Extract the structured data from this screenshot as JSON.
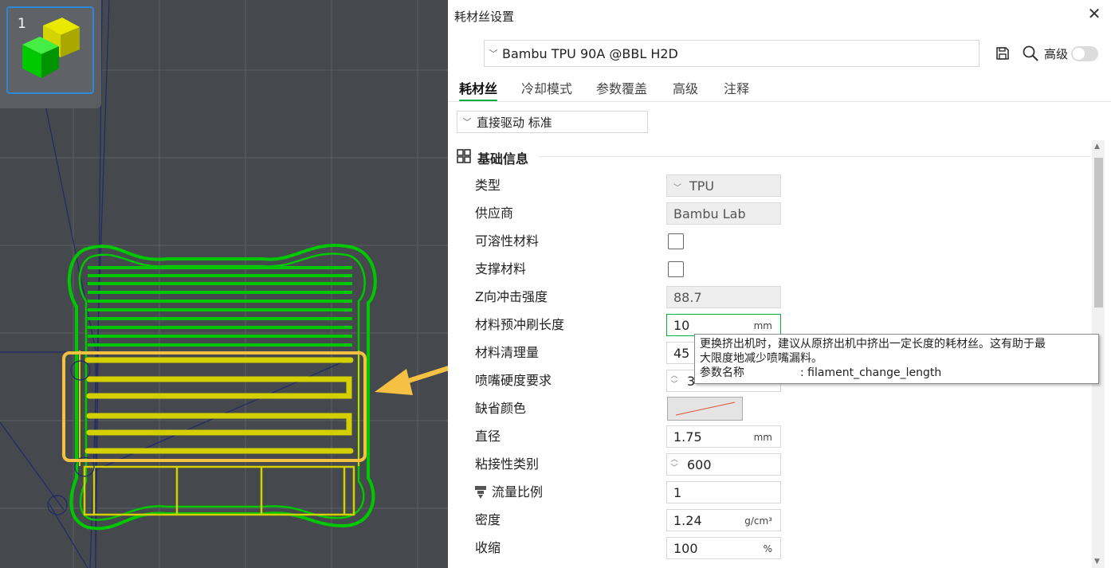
{
  "viewport": {
    "plate_number": "1",
    "colors": {
      "green_outline": "#00c800",
      "yellow_path": "#d4d000",
      "highlight": "#f6c042",
      "arrow": "#f6c042"
    }
  },
  "dialog": {
    "title": "耗材丝设置",
    "preset": "Bambu TPU 90A @BBL H2D",
    "advanced_label": "高级",
    "tabs": [
      {
        "label": "耗材丝",
        "active": true
      },
      {
        "label": "冷却模式",
        "active": false
      },
      {
        "label": "参数覆盖",
        "active": false
      },
      {
        "label": "高级",
        "active": false
      },
      {
        "label": "注释",
        "active": false
      }
    ],
    "extruder": "直接驱动 标准",
    "section_title": "基础信息",
    "params": {
      "type": {
        "label": "类型",
        "value": "TPU"
      },
      "vendor": {
        "label": "供应商",
        "value": "Bambu Lab"
      },
      "soluble": {
        "label": "可溶性材料"
      },
      "support": {
        "label": "支撑材料"
      },
      "z_impact": {
        "label": "Z向冲击强度",
        "value": "88.7"
      },
      "prime_length": {
        "label": "材料预冲刷长度",
        "value": "10",
        "unit": "mm"
      },
      "flush_volume": {
        "label": "材料清理量",
        "value": "45"
      },
      "nozzle_hardness": {
        "label": "喷嘴硬度要求",
        "value": "3"
      },
      "default_color": {
        "label": "缺省颜色"
      },
      "diameter": {
        "label": "直径",
        "value": "1.75",
        "unit": "mm"
      },
      "adhesion": {
        "label": "粘接性类别",
        "value": "600"
      },
      "flow_ratio": {
        "label": "流量比例",
        "value": "1"
      },
      "density": {
        "label": "密度",
        "value": "1.24",
        "unit": "g/cm³"
      },
      "shrinkage": {
        "label": "收缩",
        "value": "100",
        "unit": "%"
      }
    },
    "tooltip": {
      "line1": "更换挤出机时，建议从原挤出机中挤出一定长度的耗材丝。这有助于最",
      "line2": "大限度地减少喷嘴漏料。",
      "key_label": "参数名称",
      "key_value": ": filament_change_length"
    },
    "accent_color": "#00ae42"
  }
}
